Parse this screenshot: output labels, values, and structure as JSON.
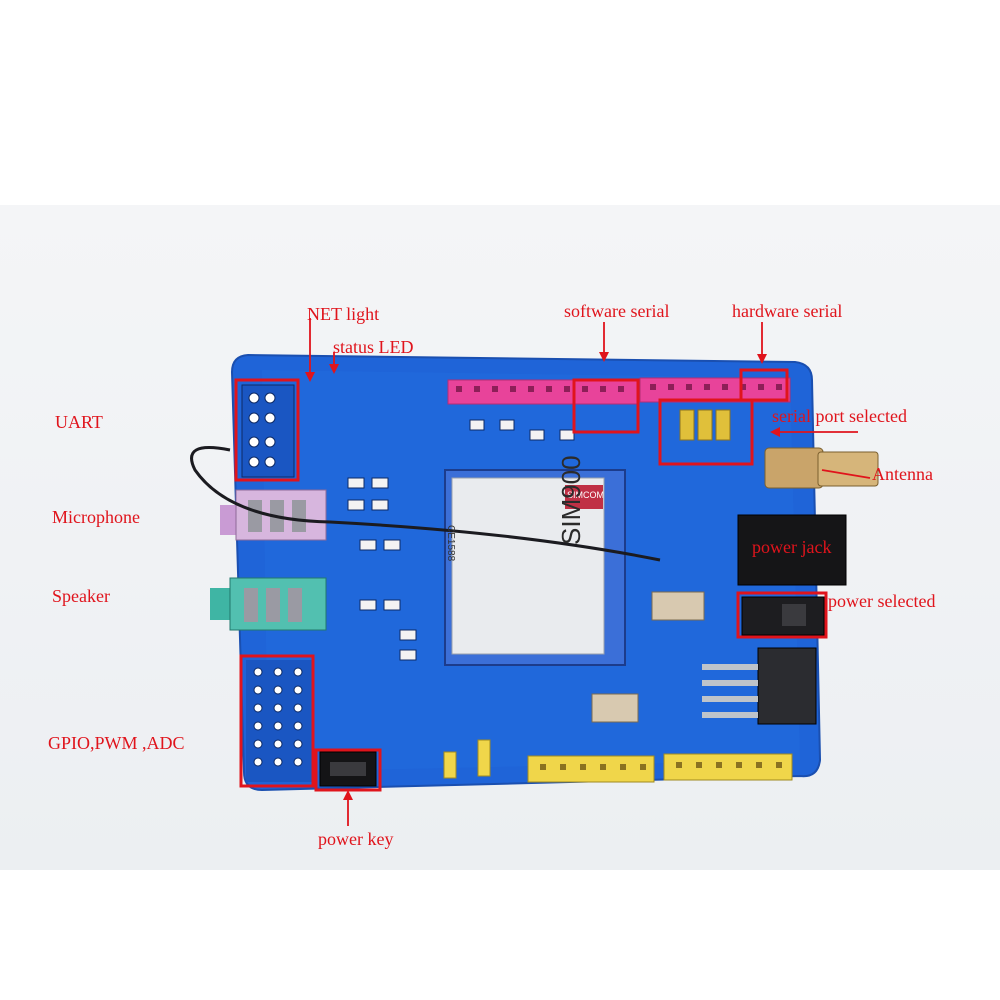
{
  "annotation_color": "#e0141c",
  "board_color": "#1f64d8",
  "labels": {
    "net_light": "NET light",
    "status_led": "status LED",
    "uart": "UART",
    "microphone": "Microphone",
    "speaker": "Speaker",
    "gpio_pwm_adc": "GPIO,PWM ,ADC",
    "power_key": "power key",
    "software_serial": "software serial",
    "hardware_serial": "hardware serial",
    "serial_port_selected": "serial port selected",
    "antenna": "Antenna",
    "power_jack": "power jack",
    "power_selected": "power selected"
  },
  "chip": {
    "brand": "SIMCOM",
    "model": "SIM900",
    "ce_mark": "CE1588"
  }
}
